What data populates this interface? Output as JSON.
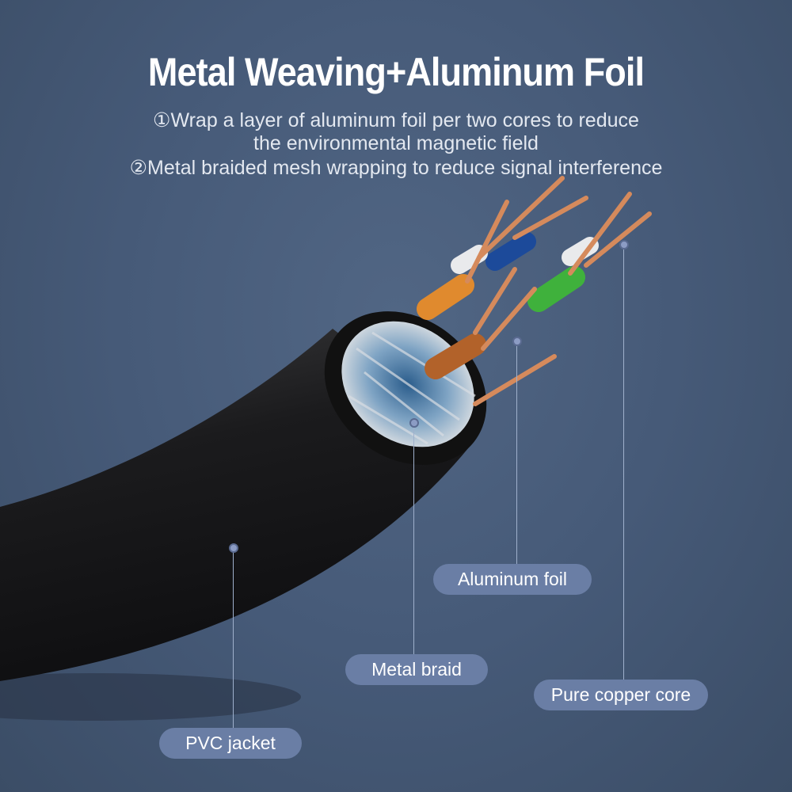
{
  "title": "Metal Weaving+Aluminum Foil",
  "description": {
    "line1": "①Wrap a layer of aluminum foil per two cores to reduce",
    "line2": "the environmental magnetic field",
    "line3": "②Metal braided mesh wrapping to reduce signal interference"
  },
  "labels": {
    "aluminum_foil": "Aluminum foil",
    "metal_braid": "Metal braid",
    "copper_core": "Pure copper core",
    "pvc_jacket": "PVC jacket"
  },
  "colors": {
    "pill": "#6a7ea5",
    "copper": "#d58a5c",
    "jacket": "#1c1c1e"
  }
}
